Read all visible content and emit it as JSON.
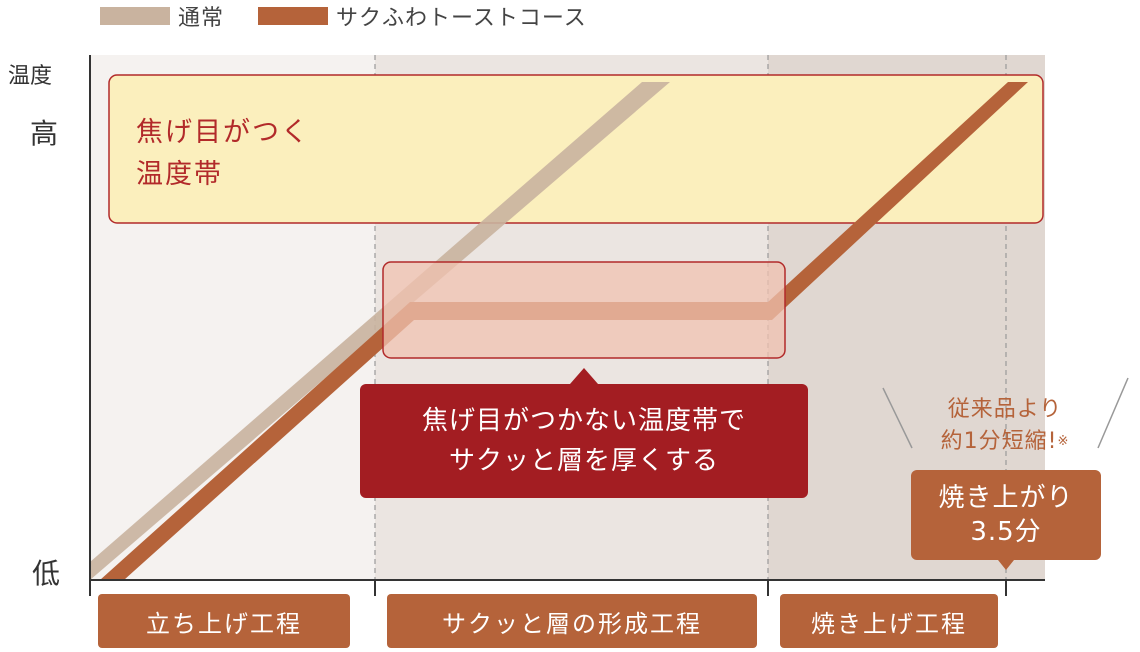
{
  "legend": {
    "normal": {
      "label": "通常",
      "color": "#c9b39f"
    },
    "toast": {
      "label": "サクふわトーストコース",
      "color": "#b5633a"
    }
  },
  "axis": {
    "y_title": "温度",
    "y_high": "高",
    "y_low": "低"
  },
  "zones": {
    "browning": {
      "label_line1": "焦げ目がつく",
      "label_line2": "温度帯",
      "fill": "#fbefbd",
      "stroke": "#b22a2a"
    },
    "crisp": {
      "fill": "#f0c2b0",
      "stroke": "#b22a2a"
    }
  },
  "callout": {
    "line1": "焦げ目がつかない温度帯で",
    "line2": "サクッと層を厚くする",
    "color": "#a31d22"
  },
  "note": {
    "line1": "従来品より",
    "line2": "約1分短縮!",
    "mark": "※"
  },
  "finish_time": {
    "line1": "焼き上がり",
    "line2": "3.5分"
  },
  "phases": [
    {
      "label": "立ち上げ工程"
    },
    {
      "label": "サクッと層の形成工程"
    },
    {
      "label": "焼き上げ工程"
    }
  ],
  "colors": {
    "bg_phase1": "#f5f2f0",
    "bg_phase2": "#ebe5e1",
    "bg_phase3": "#e0d7d1"
  }
}
